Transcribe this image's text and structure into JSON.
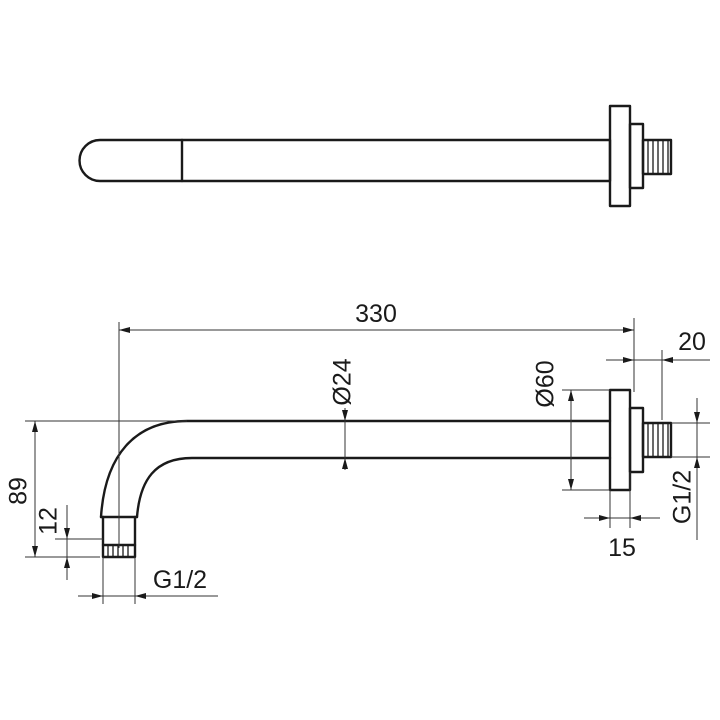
{
  "dimensions": {
    "length": "330",
    "flange_depth": "20",
    "pipe_diameter": "Ø24",
    "flange_diameter": "Ø60",
    "drop_height": "89",
    "outlet_length": "12",
    "outlet_thread": "G1/2",
    "wall_thread": "G1/2",
    "flange_thickness": "15"
  }
}
